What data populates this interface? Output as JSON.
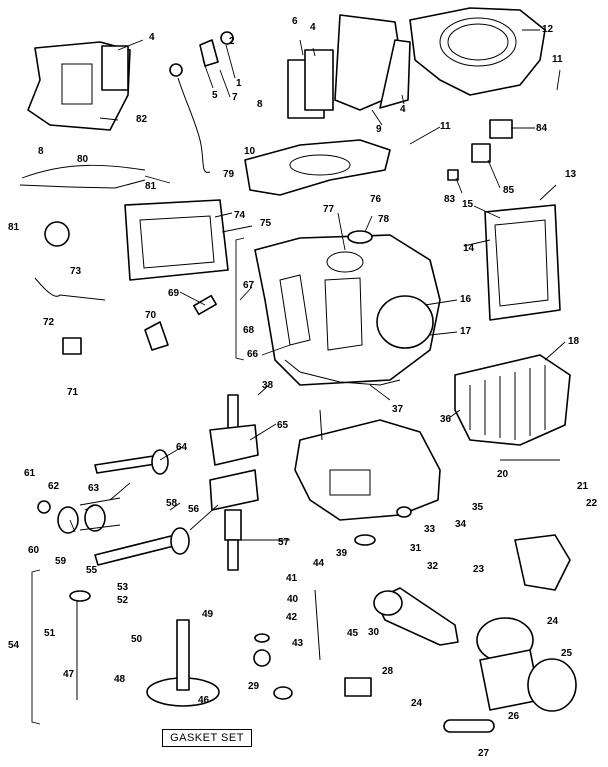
{
  "gasket_set": "GASKET SET",
  "labels": {
    "l1": "1",
    "l2": "2",
    "l4a": "4",
    "l4b": "4",
    "l5": "5",
    "l6": "6",
    "l7": "7",
    "l8a": "8",
    "l8b": "8",
    "l9": "9",
    "l10": "10",
    "l11a": "11",
    "l11b": "11",
    "l12": "12",
    "l13": "13",
    "l14": "14",
    "l15": "15",
    "l16": "16",
    "l17": "17",
    "l18": "18",
    "l20": "20",
    "l21": "21",
    "l22": "22",
    "l23": "23",
    "l24a": "24",
    "l24b": "24",
    "l25": "25",
    "l26": "26",
    "l27": "27",
    "l28": "28",
    "l29": "29",
    "l30": "30",
    "l31": "31",
    "l32": "32",
    "l33": "33",
    "l34": "34",
    "l35": "35",
    "l36": "36",
    "l37": "37",
    "l38": "38",
    "l39": "39",
    "l40": "40",
    "l41": "41",
    "l42": "42",
    "l43": "43",
    "l44": "44",
    "l45": "45",
    "l46": "46",
    "l47": "47",
    "l48": "48",
    "l49": "49",
    "l50": "50",
    "l51": "51",
    "l52": "52",
    "l53": "53",
    "l54": "54",
    "l55": "55",
    "l56": "56",
    "l57": "57",
    "l58": "58",
    "l59": "59",
    "l60": "60",
    "l61": "61",
    "l62": "62",
    "l63": "63",
    "l64": "64",
    "l65": "65",
    "l66": "66",
    "l67": "67",
    "l68": "68",
    "l69": "69",
    "l70": "70",
    "l71": "71",
    "l72": "72",
    "l73": "73",
    "l74": "74",
    "l75": "75",
    "l76": "76",
    "l77": "77",
    "l78": "78",
    "l79": "79",
    "l80": "80",
    "l81a": "81",
    "l81b": "81",
    "l82": "82",
    "l83": "83",
    "l84": "84",
    "l85": "85"
  }
}
